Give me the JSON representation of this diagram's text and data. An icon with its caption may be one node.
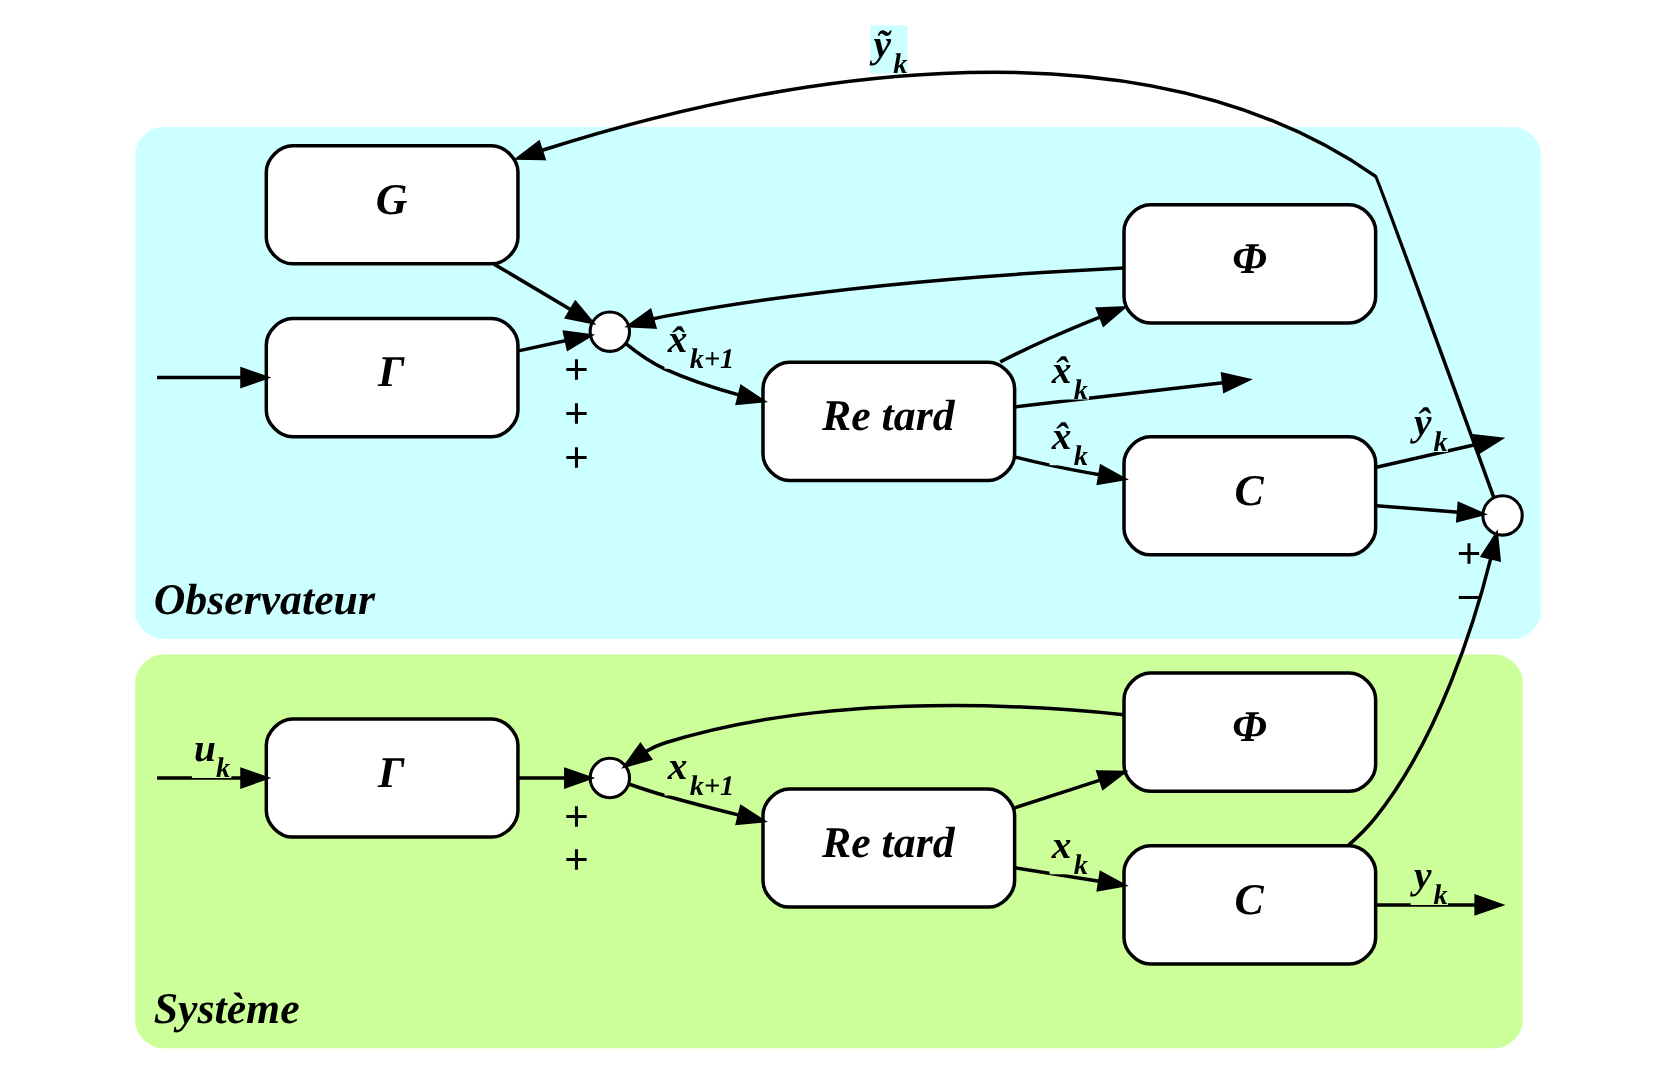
{
  "diagram": {
    "nodes": [
      {
        "text": [
          "Système"
        ]
      },
      {
        "text": [
          "Γ"
        ],
        "in": 0
      },
      {
        "text": [],
        "shape": "circle",
        "in": 0,
        "beside": [
          "+",
          "+"
        ]
      },
      {
        "text": [
          "Re tard"
        ],
        "in": 0
      },
      {
        "text": [
          "C"
        ],
        "in": 0
      },
      {
        "text": [
          "Φ"
        ],
        "in": 0
      },
      {
        "text": [
          "Observateur"
        ]
      },
      {
        "text": [
          "G"
        ],
        "in": 6
      },
      {
        "text": [],
        "shape": "circle",
        "in": 6,
        "beside": [
          "+",
          "−"
        ]
      },
      {
        "text": [
          "Γ"
        ],
        "in": 6
      },
      {
        "text": [],
        "shape": "circle",
        "in": 6,
        "beside": [
          "+",
          "+",
          "+"
        ]
      },
      {
        "text": [
          "Re tard"
        ],
        "in": 6
      },
      {
        "text": [
          "C"
        ],
        "in": 6
      },
      {
        "text": [
          "Φ"
        ],
        "in": 6
      }
    ],
    "edges": [
      {
        "from": null,
        "to": 1,
        "arrow": "to",
        "label": "u$_{k}$"
      },
      {
        "from": null,
        "to": 9,
        "arrow": "to"
      },
      {
        "from": 1,
        "to": 2,
        "arrow": "to"
      },
      {
        "from": 2,
        "to": 3,
        "arrow": "to",
        "label": "x$_{k+1}$"
      },
      {
        "from": 3,
        "to": 4,
        "arrow": "to",
        "label": "x$_{k}$"
      },
      {
        "from": 3,
        "to": 5,
        "arrow": "to"
      },
      {
        "from": 5,
        "to": 2,
        "arrow": "to"
      },
      {
        "from": 4,
        "to": null,
        "arrow": "to",
        "label": "y$_{k}$"
      },
      {
        "from": 4,
        "to": 8,
        "arrow": "to"
      },
      {
        "from": 8,
        "to": 7,
        "arrow": "to",
        "label": "ỹ$_{k}$"
      },
      {
        "from": 7,
        "to": 10,
        "arrow": "to"
      },
      {
        "from": 9,
        "to": 10,
        "arrow": "to"
      },
      {
        "from": 10,
        "to": 11,
        "arrow": "to",
        "label": "x̂$_{k+1}$"
      },
      {
        "from": 11,
        "to": 12,
        "arrow": "to",
        "label": "x̂$_{k}$"
      },
      {
        "from": 11,
        "to": 13,
        "arrow": "to"
      },
      {
        "from": 13,
        "to": 10,
        "arrow": "to"
      },
      {
        "from": 12,
        "to": null,
        "arrow": "to",
        "label": "ŷ$_{k}$"
      },
      {
        "from": 12,
        "to": 8,
        "arrow": "to"
      },
      {
        "from": 11,
        "to": null,
        "arrow": "to",
        "label": "x̂$_{k}$"
      }
    ]
  }
}
